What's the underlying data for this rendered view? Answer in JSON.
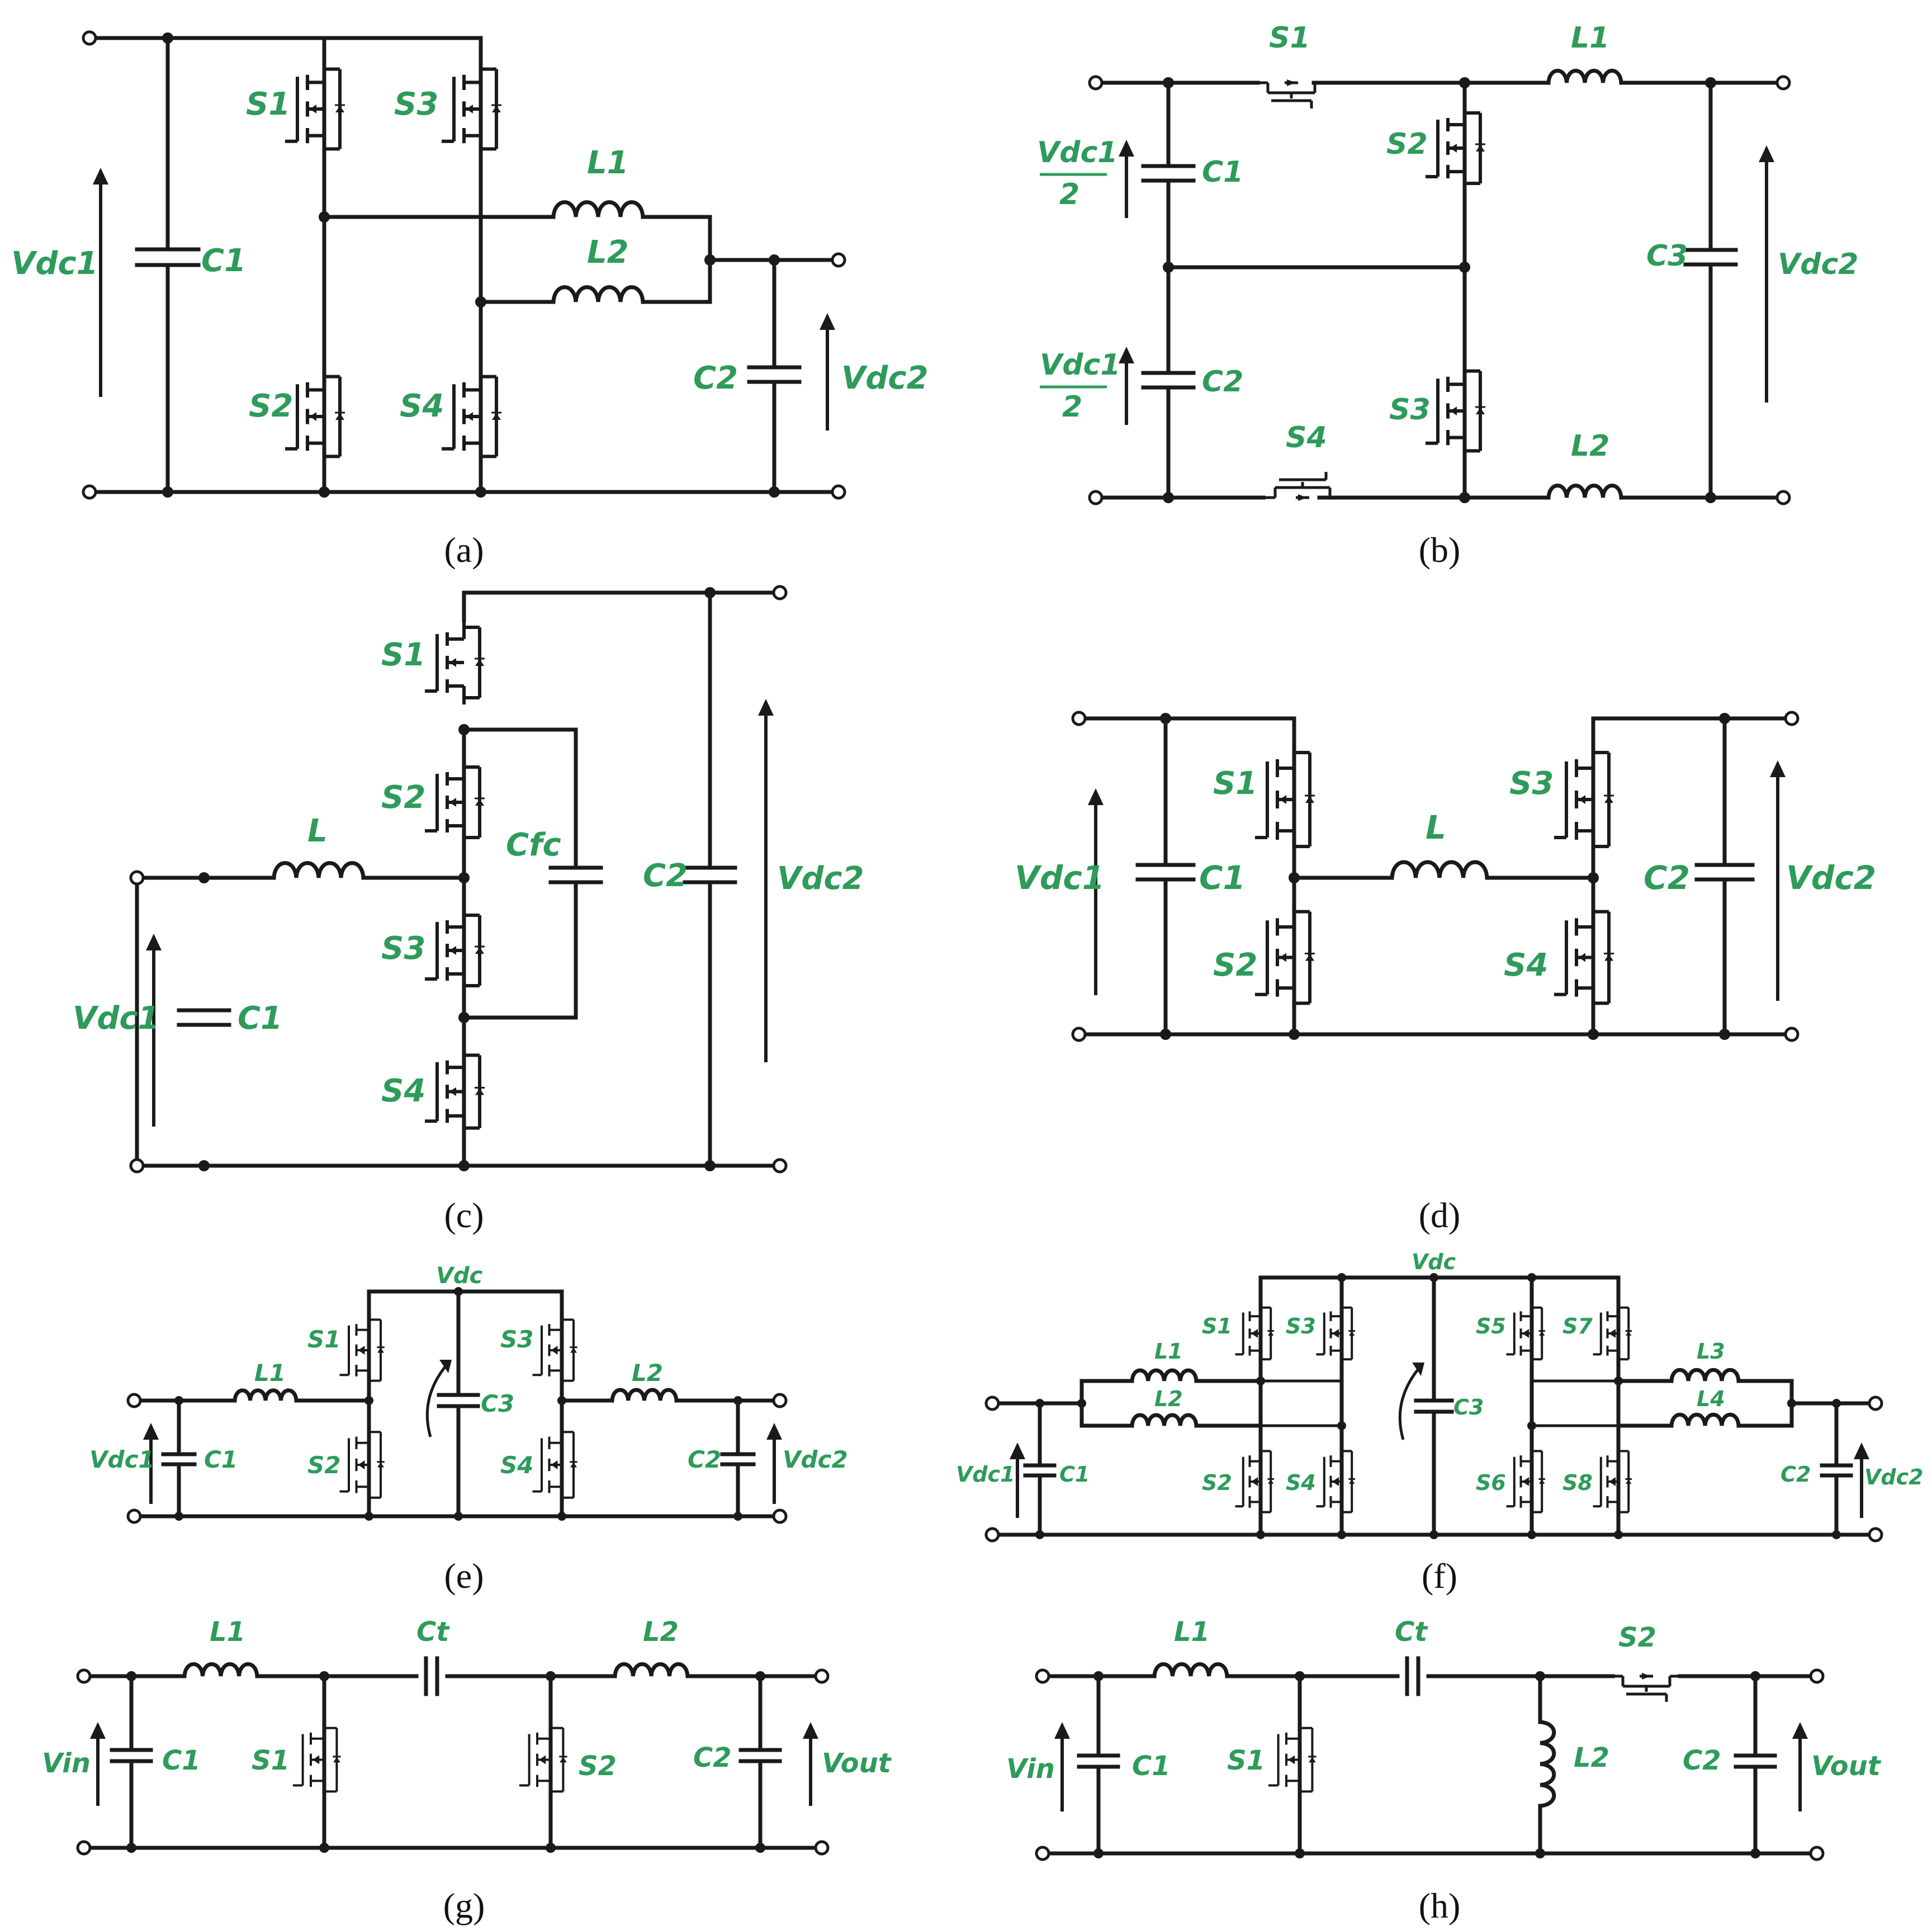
{
  "figure": {
    "panels": [
      {
        "id": "a",
        "caption": "(a)",
        "labels": {
          "V1": "Vdc1",
          "V2": "Vdc2",
          "C1": "C1",
          "C2": "C2",
          "S1": "S1",
          "S2": "S2",
          "S3": "S3",
          "S4": "S4",
          "L1": "L1",
          "L2": "L2"
        }
      },
      {
        "id": "b",
        "caption": "(b)",
        "labels": {
          "V1a": "Vdc1",
          "V1a_den": "2",
          "V1b": "Vdc1",
          "V1b_den": "2",
          "V2": "Vdc2",
          "C1": "C1",
          "C2": "C2",
          "C3": "C3",
          "S1": "S1",
          "S2": "S2",
          "S3": "S3",
          "S4": "S4",
          "L1": "L1",
          "L2": "L2"
        }
      },
      {
        "id": "c",
        "caption": "(c)",
        "labels": {
          "V1": "Vdc1",
          "V2": "Vdc2",
          "C1": "C1",
          "C2": "C2",
          "Cfc": "Cfc",
          "L": "L",
          "S1": "S1",
          "S2": "S2",
          "S3": "S3",
          "S4": "S4"
        }
      },
      {
        "id": "d",
        "caption": "(d)",
        "labels": {
          "V1": "Vdc1",
          "V2": "Vdc2",
          "C1": "C1",
          "C2": "C2",
          "L": "L",
          "S1": "S1",
          "S2": "S2",
          "S3": "S3",
          "S4": "S4"
        }
      },
      {
        "id": "e",
        "caption": "(e)",
        "labels": {
          "Vdc": "Vdc",
          "V1": "Vdc1",
          "V2": "Vdc2",
          "C1": "C1",
          "C2": "C2",
          "C3": "C3",
          "L1": "L1",
          "L2": "L2",
          "S1": "S1",
          "S2": "S2",
          "S3": "S3",
          "S4": "S4"
        }
      },
      {
        "id": "f",
        "caption": "(f)",
        "labels": {
          "Vdc": "Vdc",
          "V1": "Vdc1",
          "V2": "Vdc2",
          "C1": "C1",
          "C2": "C2",
          "C3": "C3",
          "L1": "L1",
          "L2": "L2",
          "L3": "L3",
          "L4": "L4",
          "S1": "S1",
          "S2": "S2",
          "S3": "S3",
          "S4": "S4",
          "S5": "S5",
          "S6": "S6",
          "S7": "S7",
          "S8": "S8"
        }
      },
      {
        "id": "g",
        "caption": "(g)",
        "labels": {
          "Vin": "Vin",
          "Vout": "Vout",
          "C1": "C1",
          "C2": "C2",
          "Ct": "Ct",
          "L1": "L1",
          "L2": "L2",
          "S1": "S1",
          "S2": "S2"
        }
      },
      {
        "id": "h",
        "caption": "(h)",
        "labels": {
          "Vin": "Vin",
          "Vout": "Vout",
          "C1": "C1",
          "C2": "C2",
          "Ct": "Ct",
          "L1": "L1",
          "L2": "L2",
          "S1": "S1",
          "S2": "S2"
        }
      }
    ],
    "colors": {
      "label": "#2e9b5a",
      "wire": "#1a1a1a",
      "caption": "#111111"
    }
  }
}
